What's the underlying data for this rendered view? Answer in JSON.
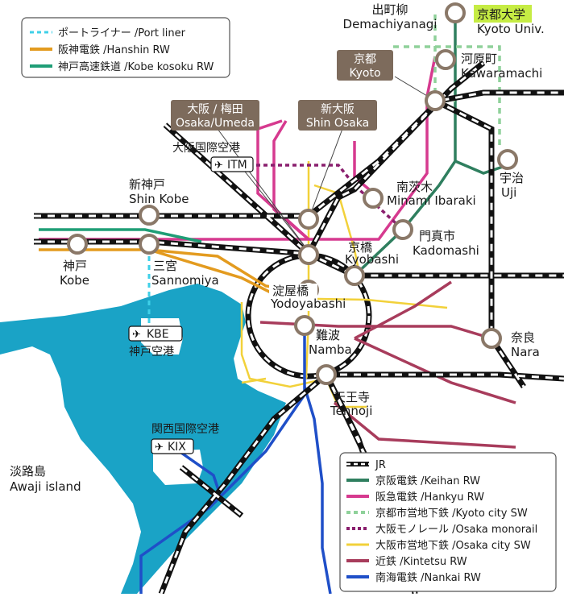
{
  "legend_top": [
    {
      "text": "ポートライナー /Port liner",
      "color": "#3fd0e8"
    },
    {
      "text": "阪神電鉄 /Hanshin RW",
      "color": "#e39b1f"
    },
    {
      "text": "神戸高速鉄道 /Kobe kosoku RW",
      "color": "#1f9e76"
    }
  ],
  "legend_bottom": [
    {
      "text": "JR",
      "color": "#111111"
    },
    {
      "text": "京阪電鉄 /Keihan RW",
      "color": "#2f7f5f"
    },
    {
      "text": "阪急電鉄 /Hankyu RW",
      "color": "#d63a8f"
    },
    {
      "text": "京都市営地下鉄 /Kyoto city SW",
      "color": "#8fd19a"
    },
    {
      "text": "大阪モノレール /Osaka monorail",
      "color": "#8a1f6e"
    },
    {
      "text": "大阪市営地下鉄 /Osaka city SW",
      "color": "#f2d13a"
    },
    {
      "text": "近鉄 /Kintetsu RW",
      "color": "#a83c5c"
    },
    {
      "text": "南海電鉄 /Nankai RW",
      "color": "#1f4fc8"
    }
  ],
  "hubs": {
    "kyoto": {
      "jp": "京都",
      "en": "Kyoto"
    },
    "umeda": {
      "jp": "大阪 / 梅田",
      "en": "Osaka/Umeda"
    },
    "shin_osaka": {
      "jp": "新大阪",
      "en": "Shin Osaka"
    }
  },
  "stations": {
    "demachiyanagi": {
      "jp": "出町柳",
      "en": "Demachiyanagi"
    },
    "kyoto_univ": {
      "jp": "京都大学",
      "en": "Kyoto Univ."
    },
    "kawaramachi": {
      "jp": "河原町",
      "en": "Kawaramachi"
    },
    "uji": {
      "jp": "宇治",
      "en": "Uji"
    },
    "minami_ibaraki": {
      "jp": "南茨木",
      "en": "Minami Ibaraki"
    },
    "kadomashi": {
      "jp": "門真市",
      "en": "Kadomashi"
    },
    "kyobashi": {
      "jp": "京橋",
      "en": "Kyobashi"
    },
    "shin_kobe": {
      "jp": "新神戸",
      "en": "Shin Kobe"
    },
    "kobe": {
      "jp": "神戸",
      "en": "Kobe"
    },
    "sannomiya": {
      "jp": "三宮",
      "en": "Sannomiya"
    },
    "yodoyabashi": {
      "jp": "淀屋橋",
      "en": "Yodoyabashi"
    },
    "namba": {
      "jp": "難波",
      "en": "Namba"
    },
    "nara": {
      "jp": "奈良",
      "en": "Nara"
    },
    "tennoji": {
      "jp": "天王寺",
      "en": "Tennoji"
    },
    "awaji": {
      "jp": "淡路島",
      "en": "Awaji island"
    }
  },
  "airports": {
    "itm": {
      "jp": "大阪国際空港",
      "code": "ITM"
    },
    "kbe": {
      "jp": "神戸空港",
      "code": "KBE"
    },
    "kix": {
      "jp": "関西国際空港",
      "code": "KIX"
    }
  },
  "colors": {
    "sea": "#1aa3c6",
    "hub_box": "#7d6b5c",
    "station_ring": "#8a7868",
    "highlight": "#c6ec44"
  }
}
